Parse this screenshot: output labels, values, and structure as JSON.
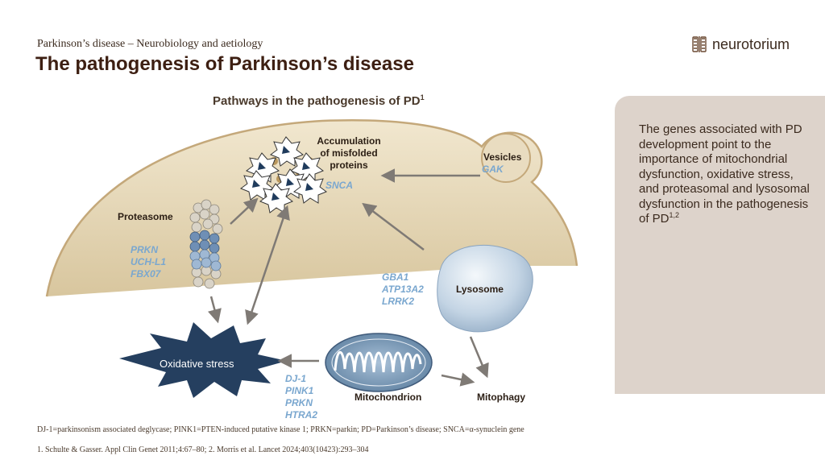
{
  "header": {
    "subtitle": "Parkinson’s disease – Neurobiology and aetiology",
    "title": "The pathogenesis of Parkinson’s disease",
    "logo_text": "neurotorium"
  },
  "diagram": {
    "title": "Pathways in the pathogenesis of PD",
    "title_sup": "1",
    "accumulation_label": "Accumulation of misfolded proteins",
    "snca_gene": "SNCA",
    "vesicles_label": "Vesicles",
    "vesicles_gene": "GAK",
    "proteasome_label": "Proteasome",
    "proteasome_genes": [
      "PRKN",
      "UCH-L1",
      "FBX07"
    ],
    "lysosome_label": "Lysosome",
    "lysosome_genes": [
      "GBA1",
      "ATP13A2",
      "LRRK2"
    ],
    "oxidative_label": "Oxidative stress",
    "mitochondrion_label": "Mitochondrion",
    "mitochondrion_genes": [
      "DJ-1",
      "PINK1",
      "PRKN",
      "HTRA2"
    ],
    "mitophagy_label": "Mitophagy"
  },
  "panel": {
    "text": "The genes associated with PD development point to the importance of mitochondrial dysfunction, oxidative stress, and proteasomal and lysosomal dysfunction in the pathogenesis of PD",
    "sup": "1,2"
  },
  "footer": {
    "abbreviations": "DJ-1=parkinsonism associated deglycase; PINK1=PTEN-induced putative kinase 1; PRKN=parkin; PD=Parkinson’s disease; SNCA=α-synuclein gene",
    "references": "1. Schulte & Gasser. Appl Clin Genet 2011;4:67–80; 2. Morris et al. Lancet 2024;403(10423):293–304"
  }
}
